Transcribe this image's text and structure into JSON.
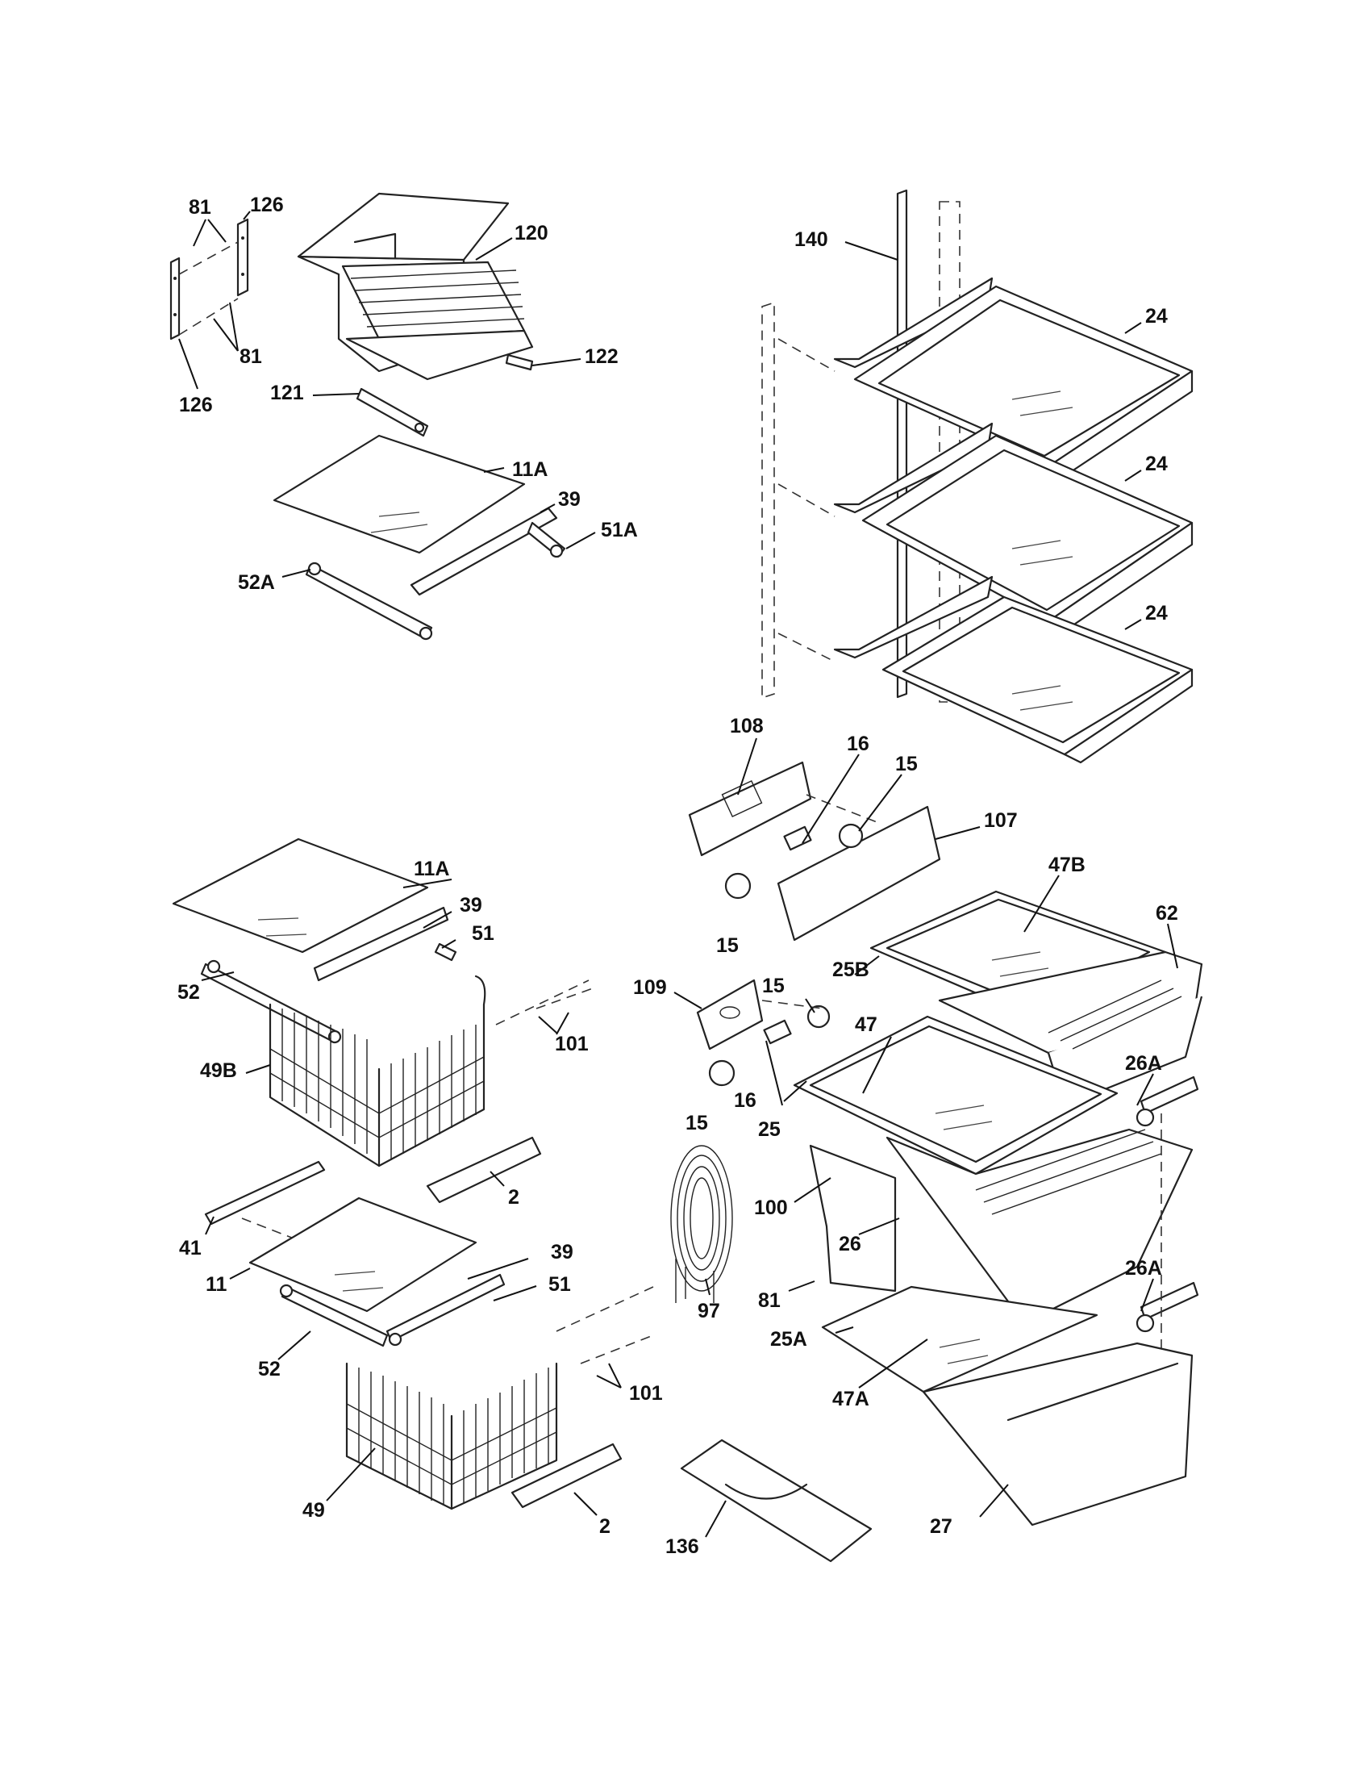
{
  "labels": {
    "l_81_top": "81",
    "l_126_top": "126",
    "l_120": "120",
    "l_81_mid": "81",
    "l_126_bot": "126",
    "l_122": "122",
    "l_121": "121",
    "l_11A_top": "11A",
    "l_39_top": "39",
    "l_51A": "51A",
    "l_52A": "52A",
    "l_140": "140",
    "l_24_a": "24",
    "l_24_b": "24",
    "l_24_c": "24",
    "l_108": "108",
    "l_16_a": "16",
    "l_15_a": "15",
    "l_107": "107",
    "l_15_b": "15",
    "l_47B": "47B",
    "l_62": "62",
    "l_25B": "25B",
    "l_109": "109",
    "l_15_c": "15",
    "l_47": "47",
    "l_26A_a": "26A",
    "l_25": "25",
    "l_16_b": "16",
    "l_15_d": "15",
    "l_100": "100",
    "l_26": "26",
    "l_97": "97",
    "l_81_low": "81",
    "l_25A": "25A",
    "l_47A": "47A",
    "l_26A_b": "26A",
    "l_27": "27",
    "l_136": "136",
    "l_11A_mid": "11A",
    "l_39_mid": "39",
    "l_51_mid": "51",
    "l_52_mid": "52",
    "l_101_a": "101",
    "l_49B": "49B",
    "l_2_a": "2",
    "l_41": "41",
    "l_11": "11",
    "l_39_low": "39",
    "l_51_low": "51",
    "l_52_low": "52",
    "l_101_b": "101",
    "l_49": "49",
    "l_2_b": "2"
  }
}
